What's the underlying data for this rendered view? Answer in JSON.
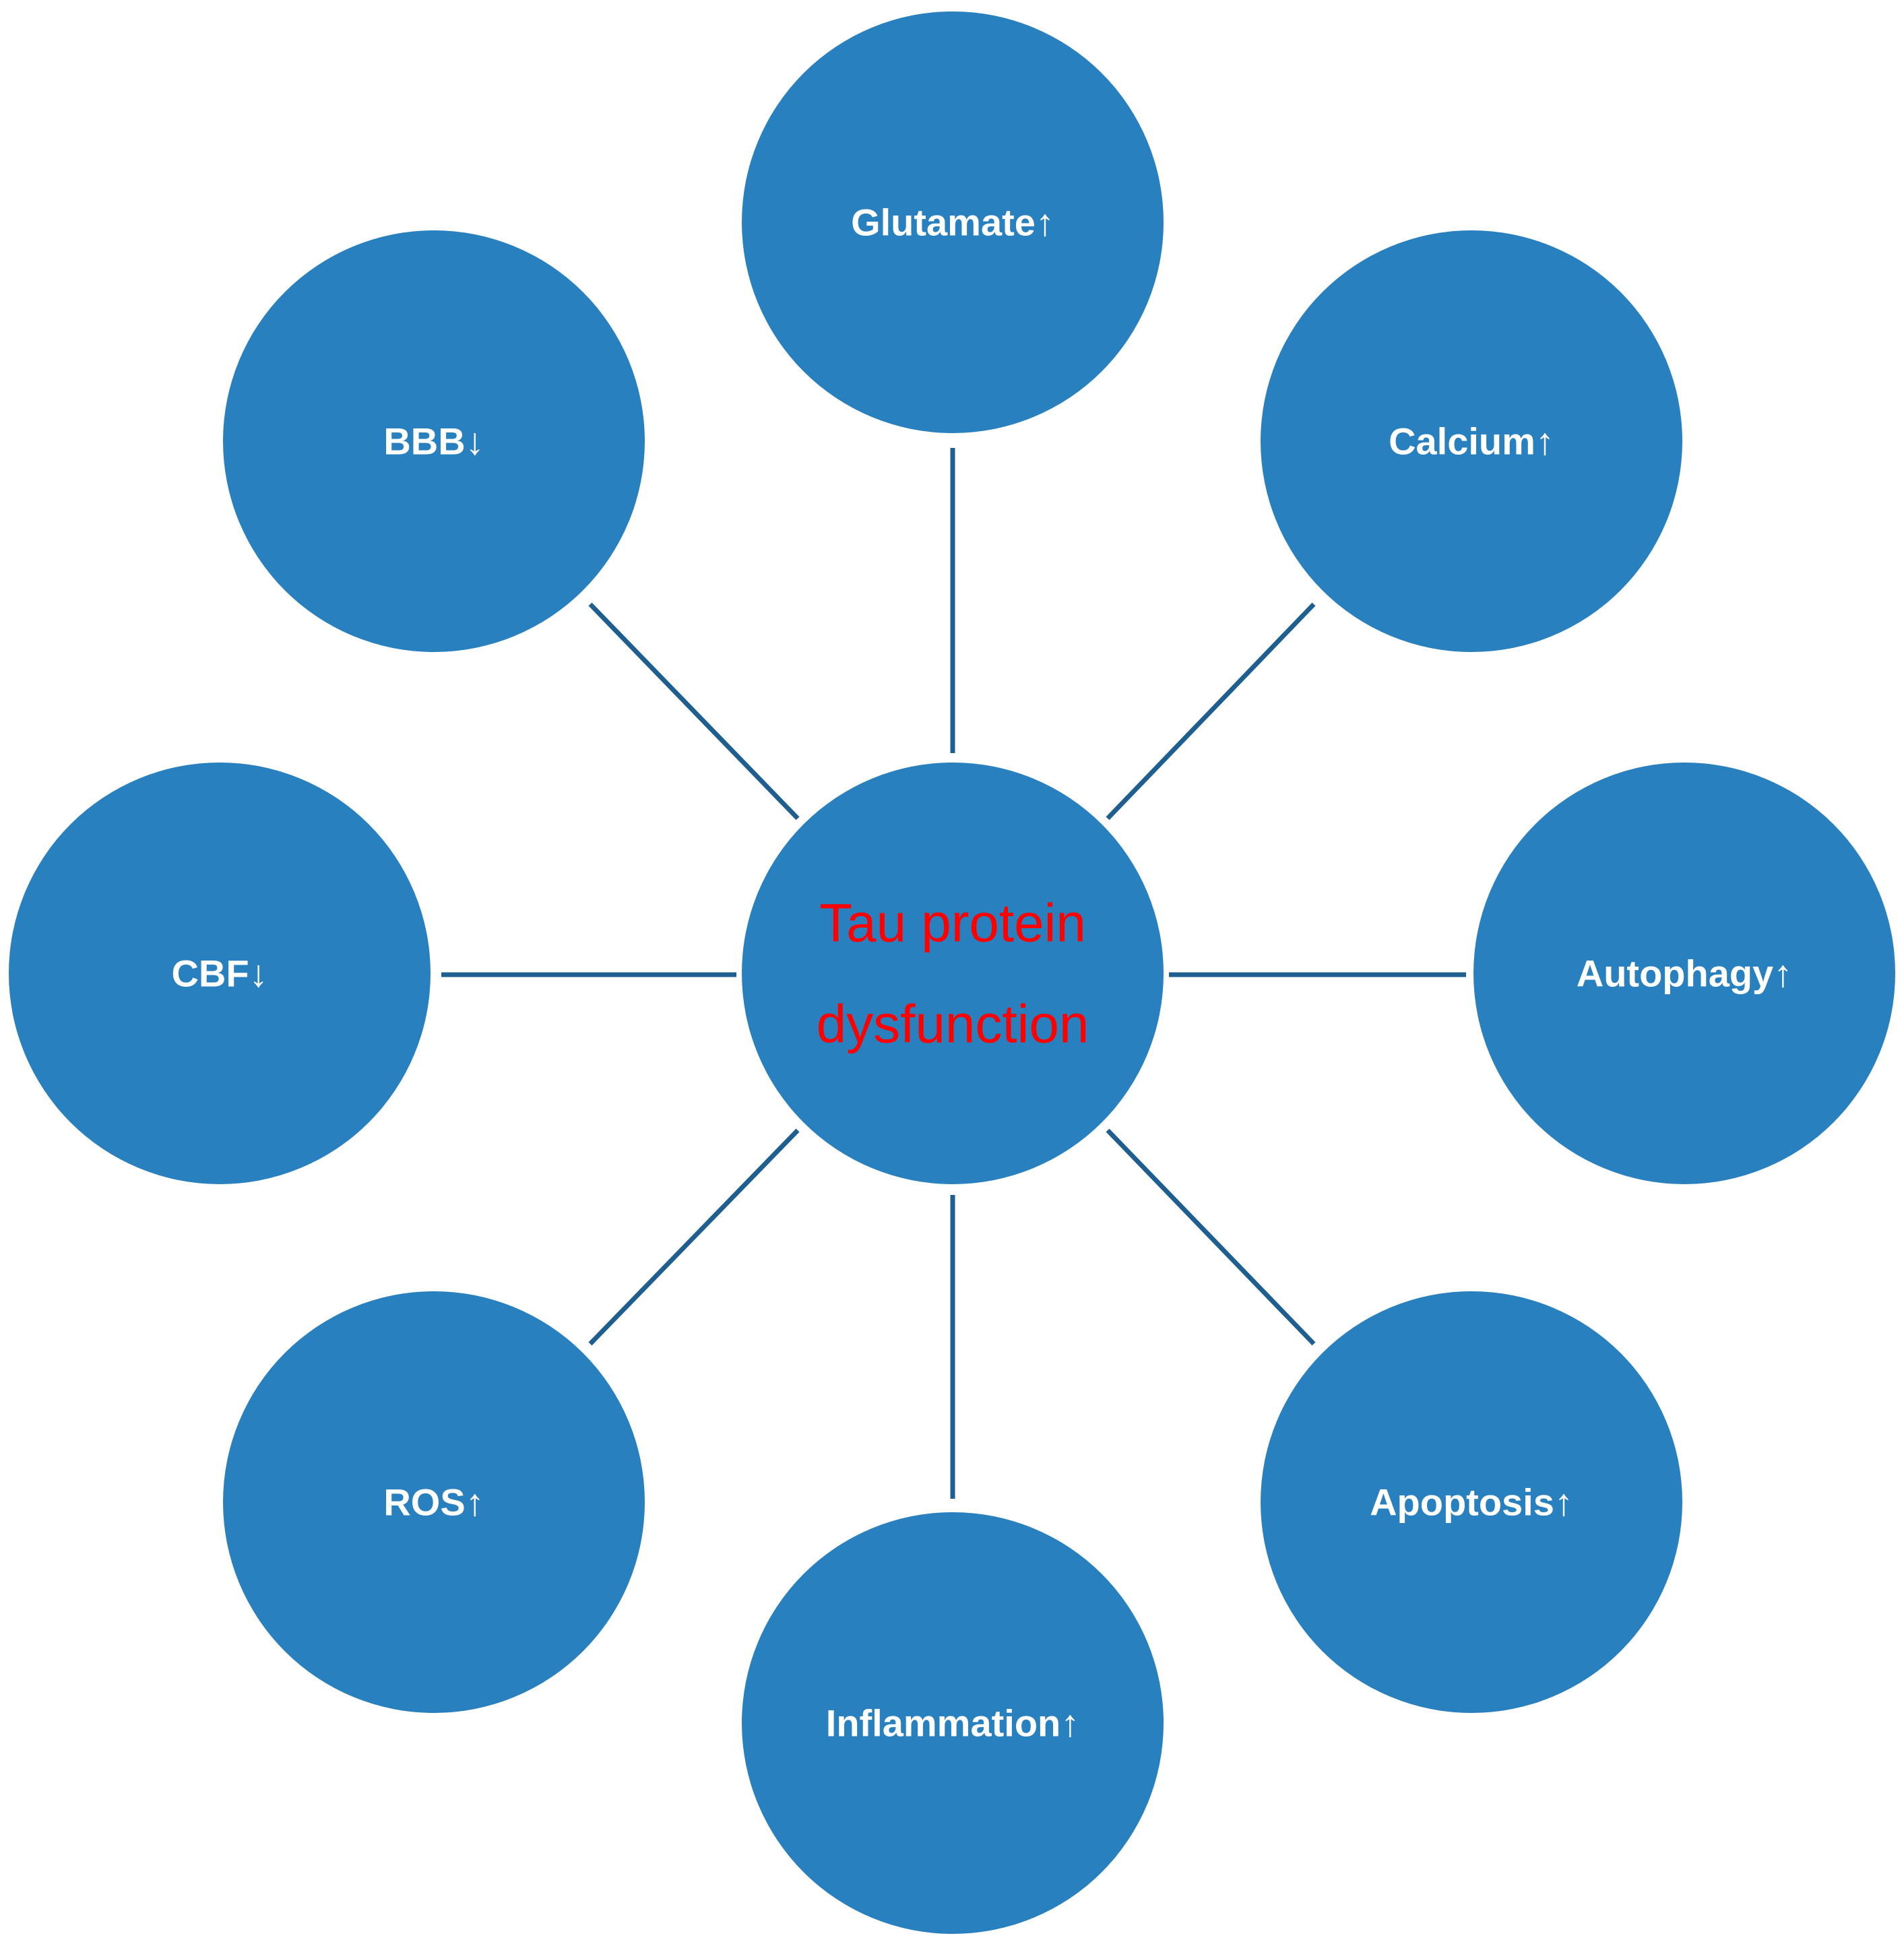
{
  "colors": {
    "node_fill": "#2980be",
    "connector": "#1f5f8f",
    "node_text": "#ffffff",
    "center_text": "#ff0000",
    "background": "#ffffff"
  },
  "center": {
    "lines": [
      "Tau protein",
      "dysfunction"
    ]
  },
  "nodes": [
    {
      "id": "glutamate",
      "label": "Glutamate↑"
    },
    {
      "id": "calcium",
      "label": "Calcium↑"
    },
    {
      "id": "autophagy",
      "label": "Autophagy↑"
    },
    {
      "id": "apoptosis",
      "label": "Apoptosis↑"
    },
    {
      "id": "inflammation",
      "label": "Inflammation↑"
    },
    {
      "id": "ros",
      "label": "ROS↑"
    },
    {
      "id": "cbf",
      "label": "CBF↓"
    },
    {
      "id": "bbb",
      "label": "BBB↓"
    }
  ]
}
